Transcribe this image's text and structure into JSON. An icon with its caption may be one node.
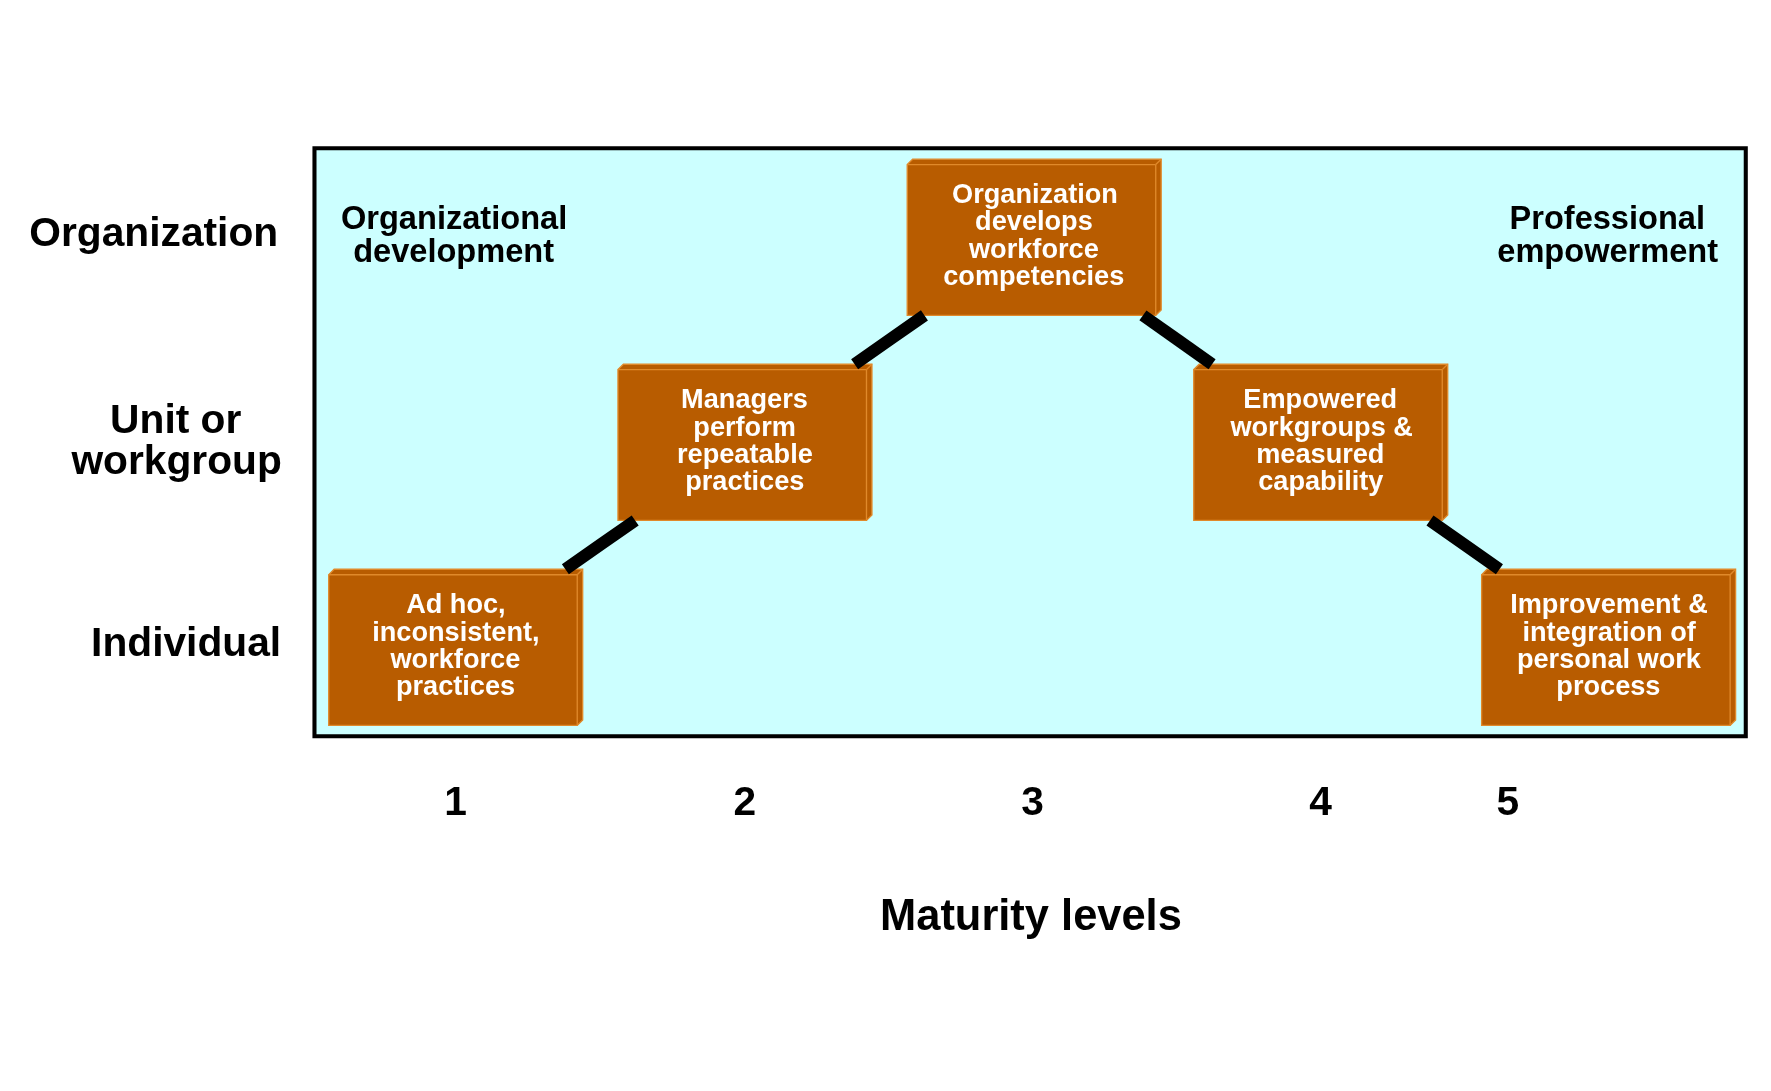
{
  "diagram": {
    "nodes": [
      {
        "text": [],
        "shape": "box"
      },
      {
        "text": [
          "Organization develops workforce competencies"
        ],
        "in": 0
      },
      {
        "text": [
          "Managers perform repeatable practices"
        ],
        "in": 0
      },
      {
        "text": [
          "Empowered workgroups & measured capability"
        ],
        "in": 0
      },
      {
        "text": [
          "Ad hoc, inconsistent, workforce practices"
        ],
        "in": 0
      },
      {
        "text": [
          "Improvement & integration of personal work process"
        ],
        "in": 0
      }
    ],
    "edges": [
      {
        "from": 4,
        "to": 2,
        "arrow": "none"
      },
      {
        "from": 2,
        "to": 1,
        "arrow": "none"
      },
      {
        "from": 1,
        "to": 3,
        "arrow": "none"
      },
      {
        "from": 3,
        "to": 5,
        "arrow": "none"
      }
    ],
    "labels": [
      "Organization",
      "Organizational development",
      "Professional empowerment",
      "Unit or workgroup",
      "Individual",
      "1",
      "2",
      "3",
      "4",
      "5",
      "Maturity levels"
    ]
  }
}
